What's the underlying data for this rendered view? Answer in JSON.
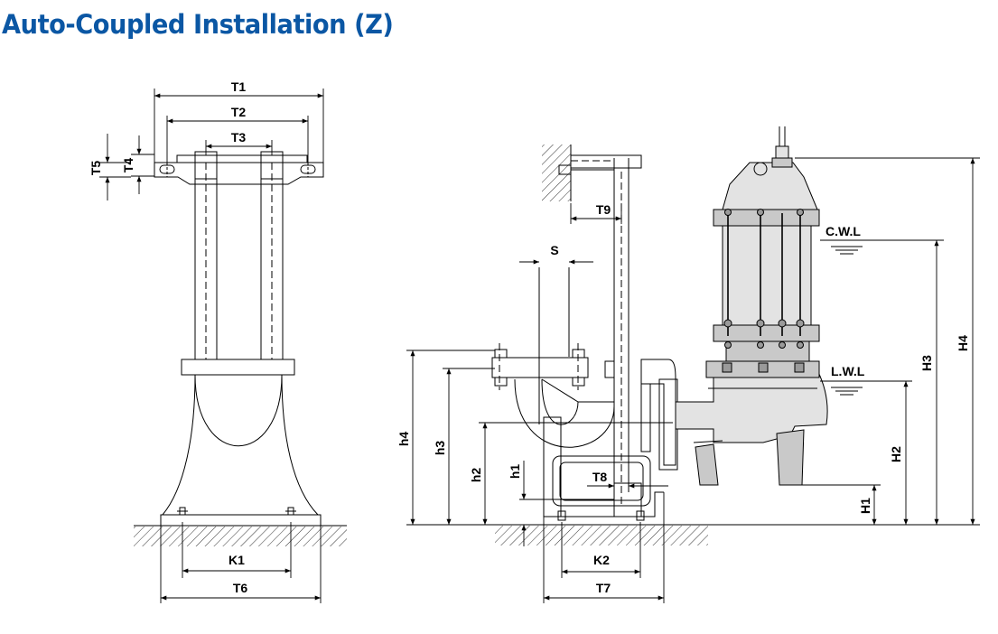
{
  "title": "Auto-Coupled Installation (Z)",
  "labels": {
    "T1": "T1",
    "T2": "T2",
    "T3": "T3",
    "T4": "T4",
    "T5": "T5",
    "T6": "T6",
    "T7": "T7",
    "T8": "T8",
    "T9": "T9",
    "K1": "K1",
    "K2": "K2",
    "S": "S",
    "h1": "h1",
    "h2": "h2",
    "h3": "h3",
    "h4": "h4",
    "H1": "H1",
    "H2": "H2",
    "H3": "H3",
    "H4": "H4",
    "CWL": "C.W.L",
    "LWL": "L.W.L"
  }
}
